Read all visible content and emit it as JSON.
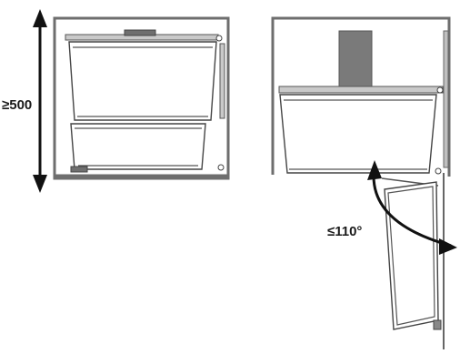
{
  "labels": {
    "height_min": "≥500",
    "angle_max": "≤110°"
  },
  "colors": {
    "cabinet_stroke": "#6e6e6e",
    "rail_fill": "#c9c9c9",
    "hood_fill": "#7a7a7a",
    "arrow": "#111111"
  },
  "icons": {
    "vertical_arrow": "double-headed-arrow",
    "rotation_arrow": "curved-double-arrow"
  }
}
